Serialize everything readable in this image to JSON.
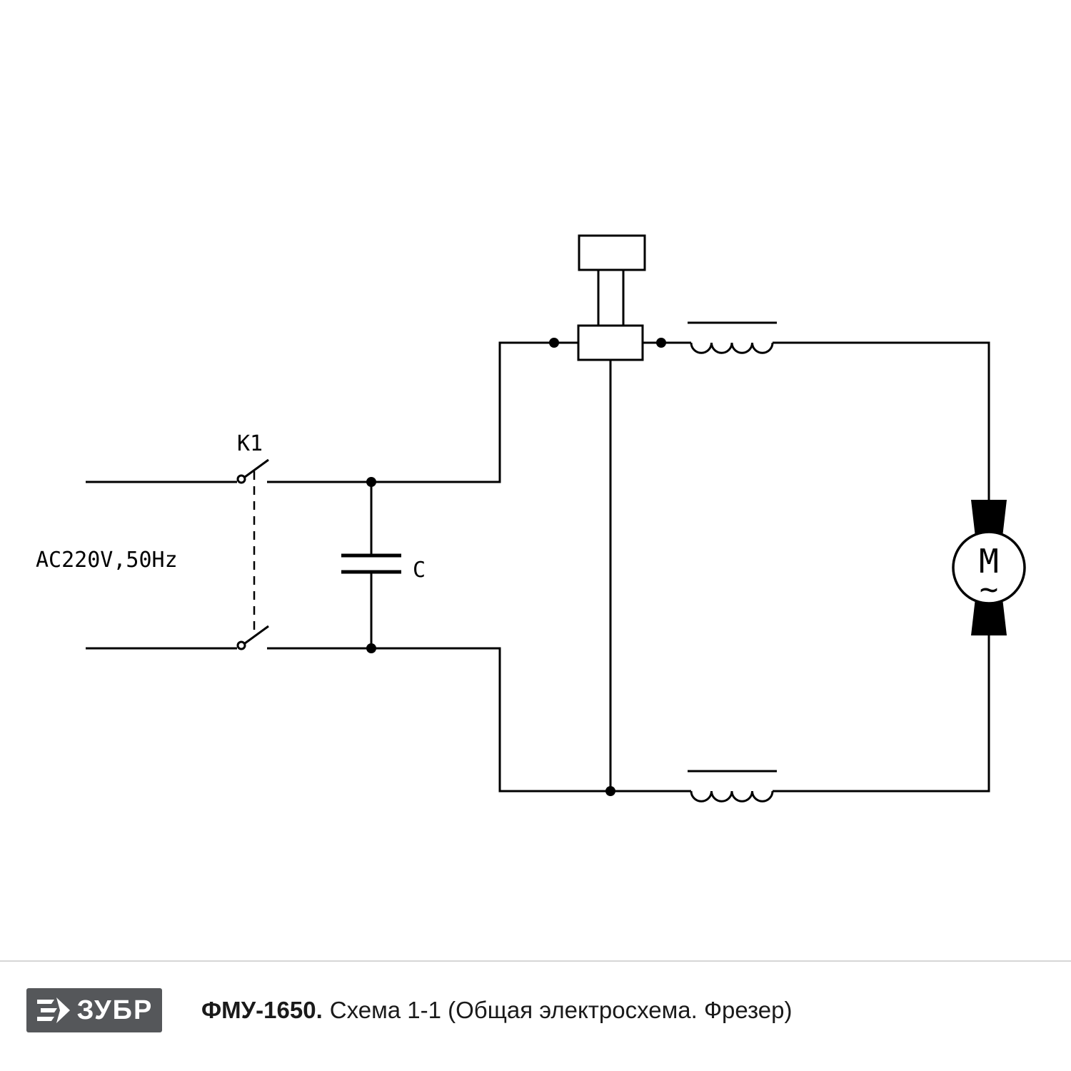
{
  "schematic": {
    "source_label": "AC220V,50Hz",
    "switch_label": "K1",
    "capacitor_label": "C",
    "motor_label": "M",
    "motor_wave": "~"
  },
  "footer": {
    "brand": "ЗУБР",
    "model": "ФМУ-1650.",
    "caption": "Схема 1-1 (Общая электросхема. Фрезер)"
  },
  "colors": {
    "line": "#000000",
    "background": "#ffffff",
    "logo_background": "#55575a",
    "logo_text": "#ffffff",
    "divider": "#d6d6d6",
    "text": "#1a1a1a"
  }
}
